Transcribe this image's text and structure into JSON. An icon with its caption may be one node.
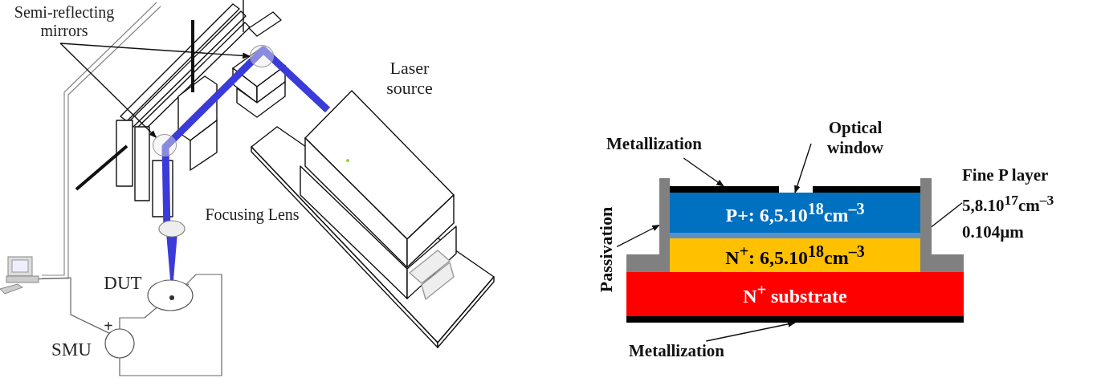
{
  "diagram": {
    "nodes": [
      {
        "text": [
          "Semi-reflecting mirrors"
        ]
      },
      {
        "text": [],
        "shape": "circle"
      },
      {
        "text": [],
        "shape": "circle"
      },
      {
        "text": [
          "Metallization"
        ]
      },
      {
        "text": [],
        "shape": "bar"
      },
      {
        "text": [
          "Optical window"
        ]
      },
      {
        "text": [
          "Passivation"
        ]
      },
      {
        "text": [],
        "shape": "bar"
      },
      {
        "text": [
          "P+: 6,5.10$^{18}$cm$^{–3}$"
        ]
      },
      {
        "text": [],
        "shape": "bar"
      },
      {
        "text": [
          "N$^{+}$: 6,5.10$^{18}$cm$^{–3}$"
        ]
      },
      {
        "text": [
          "N$^{+}$ substrate"
        ]
      },
      {
        "text": [
          "Fine P layer",
          "5,8.10$^{17}$cm$^{–3}$",
          "0.104µm"
        ]
      },
      {
        "text": [
          "Metallization"
        ]
      },
      {
        "text": [],
        "shape": "bar"
      },
      {
        "text": [],
        "shape": "circle"
      },
      {
        "text": [],
        "shape": "circle"
      },
      {
        "text": [],
        "shape": "computer"
      },
      {
        "text": [],
        "shape": "bar"
      }
    ],
    "edges": [
      {
        "from": 0,
        "to": 1,
        "arrow": "to"
      },
      {
        "from": 0,
        "to": 2,
        "arrow": "to"
      },
      {
        "from": 3,
        "to": 4,
        "arrow": "to"
      },
      {
        "from": 5,
        "to": 8,
        "arrow": "to"
      },
      {
        "from": 6,
        "to": 7,
        "arrow": "to"
      },
      {
        "from": 12,
        "to": 9,
        "arrow": "to"
      },
      {
        "from": 13,
        "to": 14,
        "arrow": "to"
      },
      {
        "from": 15,
        "to": 16,
        "arrow": "none"
      },
      {
        "from": 15,
        "to": 16,
        "arrow": "none"
      },
      {
        "from": 17,
        "to": 16,
        "arrow": "none"
      }
    ],
    "labels": [
      "Laser source",
      "Focusing Lens",
      "DUT",
      "+",
      "SMU"
    ]
  }
}
